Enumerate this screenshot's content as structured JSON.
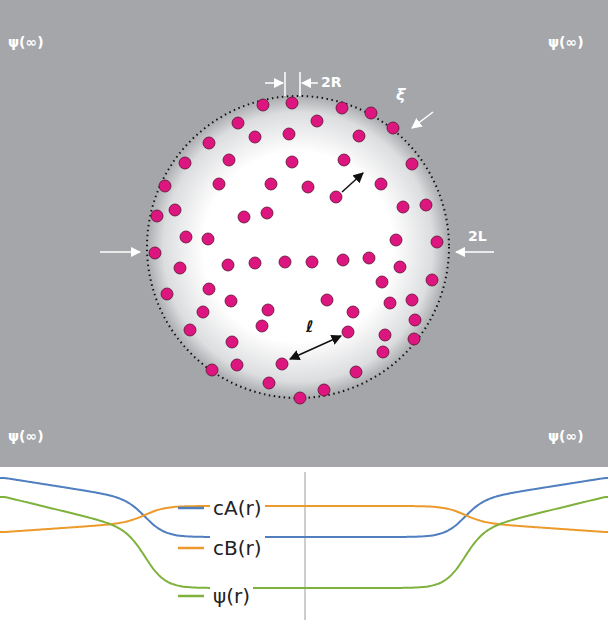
{
  "diagram": {
    "labels": [
      "ψ(∞)",
      "ψ(∞)",
      "2R",
      "ξ",
      "2L",
      "ℓ",
      "ψ(∞)",
      "ψ(∞)"
    ],
    "legend": [
      {
        "text": "cA(r)"
      },
      {
        "text": "cB(r)"
      },
      {
        "text": "ψ(r)"
      }
    ]
  }
}
